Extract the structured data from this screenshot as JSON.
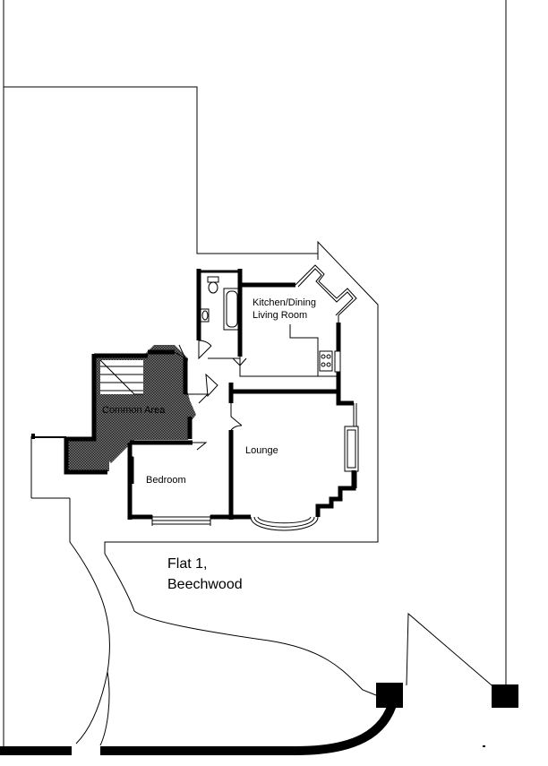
{
  "title": {
    "line1": "Flat 1,",
    "line2": "Beechwood"
  },
  "rooms": {
    "kitchen_line1": "Kitchen/Dining",
    "kitchen_line2": "Living Room",
    "common": "Common Area",
    "lounge": "Lounge",
    "bedroom": "Bedroom"
  }
}
